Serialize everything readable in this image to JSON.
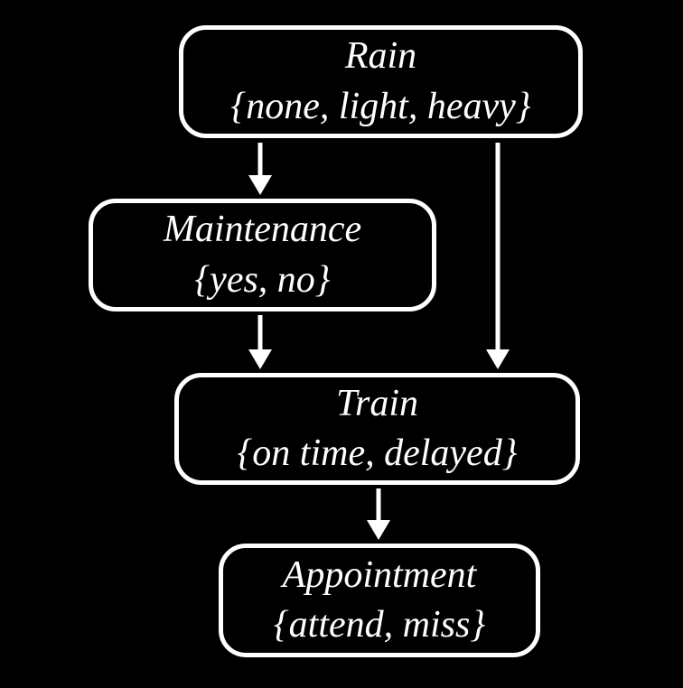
{
  "colors": {
    "background": "#000000",
    "node_border": "#ffffff",
    "text": "#ffffff",
    "arrow": "#ffffff"
  },
  "diagram": {
    "type": "bayesian-network",
    "nodes": [
      {
        "id": "rain",
        "title": "Rain",
        "values": "{none, light, heavy}"
      },
      {
        "id": "maintenance",
        "title": "Maintenance",
        "values": "{yes, no}"
      },
      {
        "id": "train",
        "title": "Train",
        "values": "{on time, delayed}"
      },
      {
        "id": "appointment",
        "title": "Appointment",
        "values": "{attend, miss}"
      }
    ],
    "edges": [
      {
        "from": "rain",
        "to": "maintenance"
      },
      {
        "from": "rain",
        "to": "train"
      },
      {
        "from": "maintenance",
        "to": "train"
      },
      {
        "from": "train",
        "to": "appointment"
      }
    ]
  }
}
